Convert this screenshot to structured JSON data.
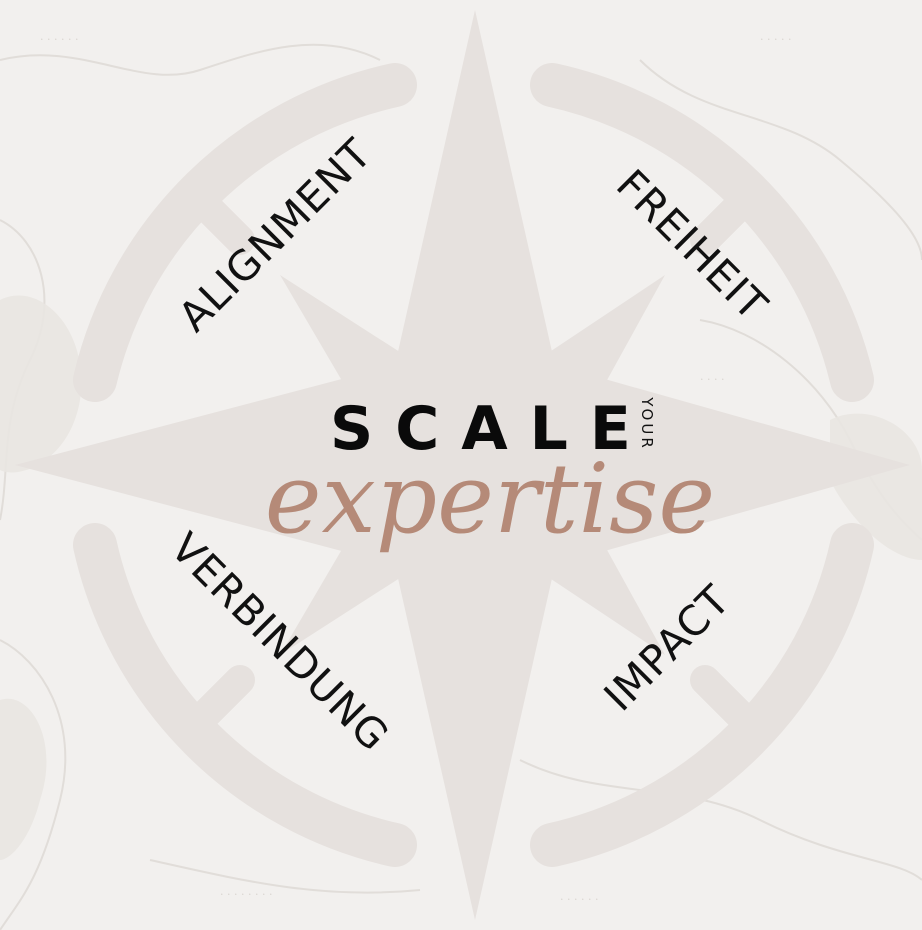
{
  "center": {
    "title": "SCALE",
    "vertical_word": "YOUR",
    "script_word": "expertise"
  },
  "labels": {
    "top_left": "ALIGNMENT",
    "top_right": "FREIHEIT",
    "bottom_left": "VERBINDUNG",
    "bottom_right": "IMPACT"
  },
  "colors": {
    "compass": "#e6e1de",
    "background": "#f1efed",
    "script_accent": "#b58a78",
    "text": "#111111"
  }
}
